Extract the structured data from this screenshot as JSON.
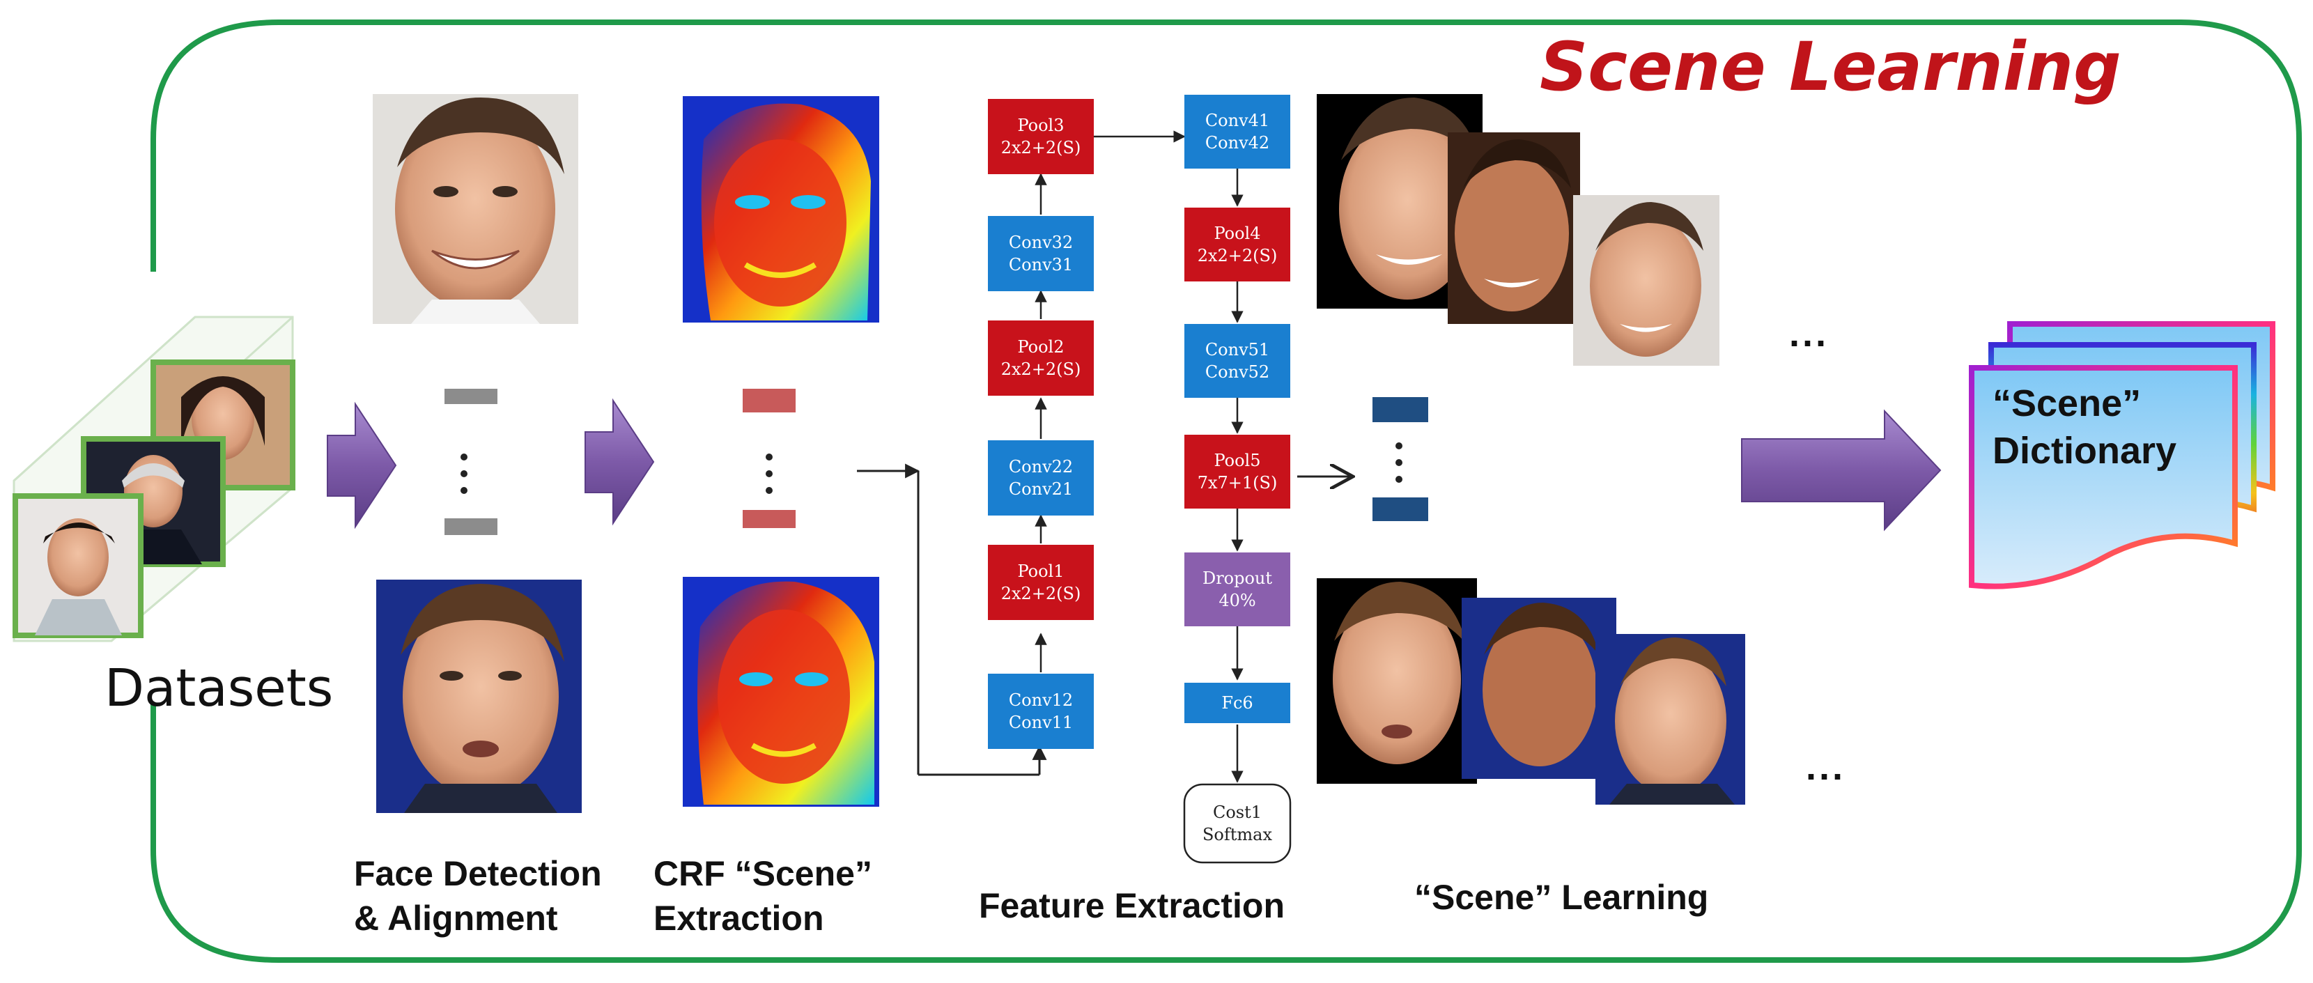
{
  "title": "Scene Learning",
  "datasets_label": "Datasets",
  "captions": {
    "face_detection": [
      "Face Detection",
      "& Alignment"
    ],
    "crf_extraction": [
      "CRF “Scene”",
      "Extraction"
    ],
    "feature_extraction": "Feature Extraction",
    "scene_learning": "“Scene” Learning"
  },
  "network": {
    "left_column": [
      {
        "line1": "Pool3",
        "line2": "2x2+2(S)",
        "kind": "pool"
      },
      {
        "line1": "Conv32",
        "line2": "Conv31",
        "kind": "conv"
      },
      {
        "line1": "Pool2",
        "line2": "2x2+2(S)",
        "kind": "pool"
      },
      {
        "line1": "Conv22",
        "line2": "Conv21",
        "kind": "conv"
      },
      {
        "line1": "Pool1",
        "line2": "2x2+2(S)",
        "kind": "pool"
      },
      {
        "line1": "Conv12",
        "line2": "Conv11",
        "kind": "conv"
      }
    ],
    "right_column": [
      {
        "line1": "Conv41",
        "line2": "Conv42",
        "kind": "conv"
      },
      {
        "line1": "Pool4",
        "line2": "2x2+2(S)",
        "kind": "pool"
      },
      {
        "line1": "Conv51",
        "line2": "Conv52",
        "kind": "conv"
      },
      {
        "line1": "Pool5",
        "line2": "7x7+1(S)",
        "kind": "pool"
      },
      {
        "line1": "Dropout",
        "line2": "40%",
        "kind": "dropout"
      },
      {
        "line1": "Fc6",
        "line2": "",
        "kind": "fc"
      },
      {
        "line1": "Cost1",
        "line2": "Softmax",
        "kind": "cost"
      }
    ]
  },
  "ellipsis_top": "...",
  "ellipsis_bottom": "...",
  "dictionary": [
    "“Scene”",
    "Dictionary"
  ],
  "colors": {
    "border": "#1f9a4a",
    "title": "#c0141a",
    "pool": "#c8121b",
    "conv": "#1a7fd0",
    "dropout": "#8a5fad",
    "arrow_purple": "#7d5aa8",
    "feature_blue": "#1f4e82",
    "feature_gray": "#8c8c8c",
    "feature_red": "#c85a5a"
  }
}
